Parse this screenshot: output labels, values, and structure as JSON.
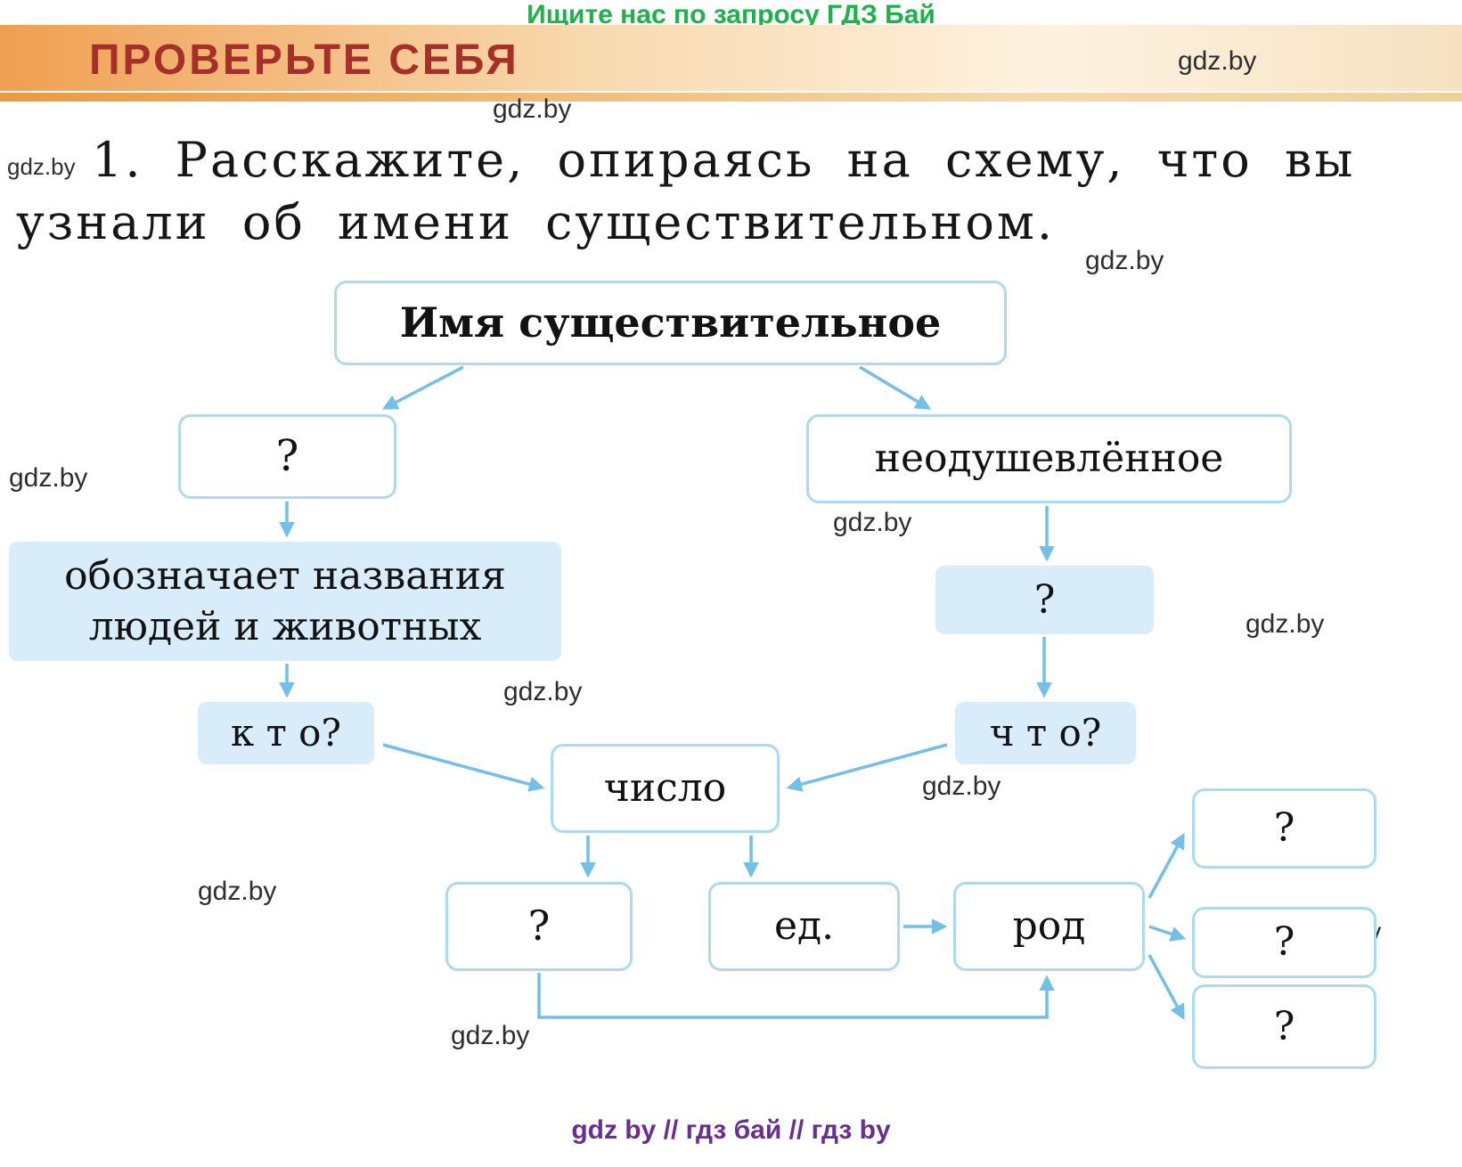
{
  "top_note": "Ищите нас по запросу ГДЗ Бай",
  "header": {
    "title": "ПРОВЕРЬТЕ СЕБЯ"
  },
  "watermark": "gdz.by",
  "task": {
    "line1": "1. Расскажите, опираясь на схему, что вы",
    "line2": "узнали об имени существительном."
  },
  "diagram": {
    "nodes": {
      "root": "Имя существительное",
      "left_question": "?",
      "inanimate": "неодушевлённое",
      "animate_meaning_line1": "обозначает названия",
      "animate_meaning_line2": "людей и животных",
      "who": "к т о?",
      "right_question": "?",
      "what": "ч т о?",
      "number": "число",
      "number_question": "?",
      "singular": "ед.",
      "gender": "род",
      "gender_question_top": "?",
      "gender_question_mid": "?",
      "gender_question_bottom": "?"
    }
  },
  "footer": {
    "text": "gdz by  //  гдз бай  //  гдз by"
  },
  "colors": {
    "arrow_blue": "#74bfe8",
    "box_border_blue": "#aed9f2",
    "box_fill_blue": "#d9ecf9",
    "header_orange": "#f09f52",
    "title_red": "#a5302a",
    "note_green": "#1fb14a",
    "footer_purple": "#6a2d91"
  }
}
